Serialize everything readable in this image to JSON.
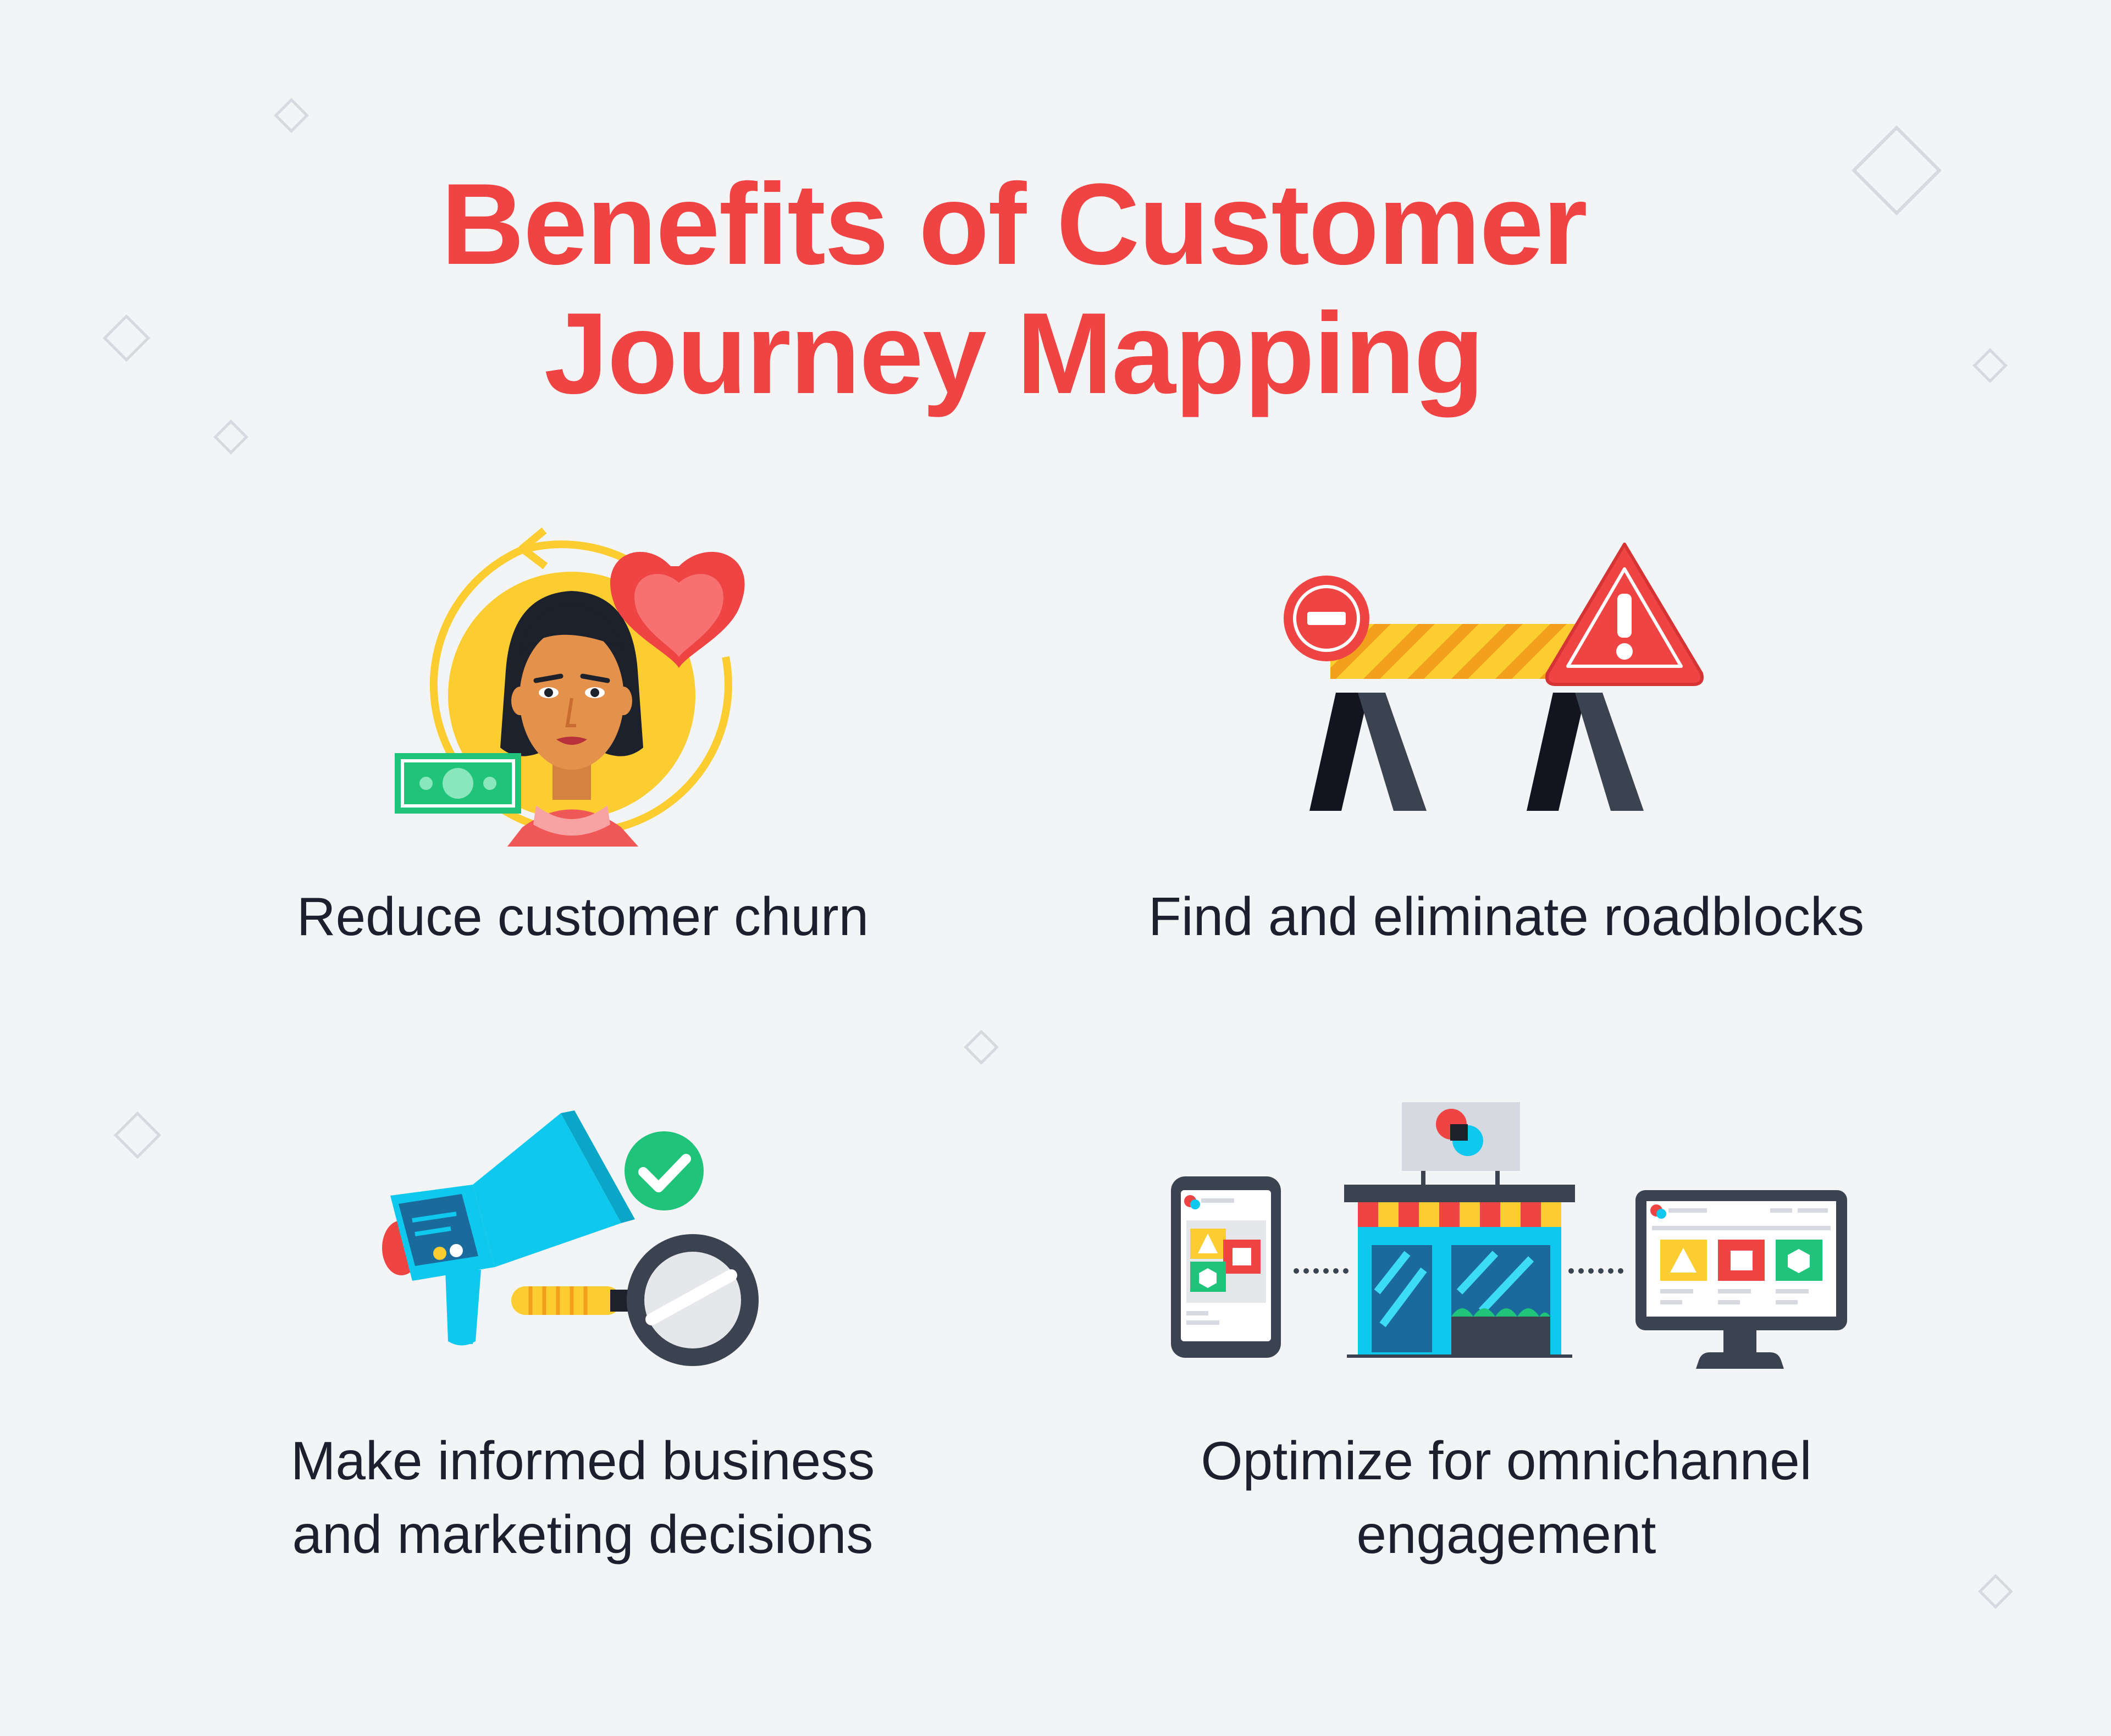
{
  "title": {
    "line1": "Benefits of Customer",
    "line2": "Journey Mapping"
  },
  "colors": {
    "background": "#f3f4f6",
    "title": "#f04444",
    "text": "#1b1f2e",
    "yellow": "#fbcd31",
    "red": "#f04444",
    "cyan": "#0ec8ee",
    "green": "#1fc37a",
    "dark": "#1d212c"
  },
  "benefits": [
    {
      "icon": "customer-heart-icon",
      "lines": [
        "Reduce customer churn"
      ]
    },
    {
      "icon": "roadblock-icon",
      "lines": [
        "Find and eliminate roadblocks"
      ]
    },
    {
      "icon": "megaphone-magnifier-icon",
      "lines": [
        "Make informed business",
        "and marketing decisions"
      ]
    },
    {
      "icon": "omnichannel-devices-icon",
      "lines": [
        "Optimize for omnichannel",
        "engagement"
      ]
    }
  ]
}
